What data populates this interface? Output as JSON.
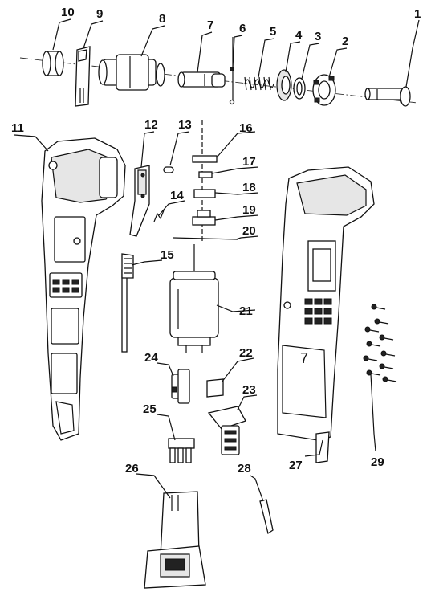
{
  "diagram": {
    "parts": [
      {
        "id": "1",
        "label": "1"
      },
      {
        "id": "2",
        "label": "2"
      },
      {
        "id": "3",
        "label": "3"
      },
      {
        "id": "4",
        "label": "4"
      },
      {
        "id": "5",
        "label": "5"
      },
      {
        "id": "6",
        "label": "6"
      },
      {
        "id": "7",
        "label": "7"
      },
      {
        "id": "8",
        "label": "8"
      },
      {
        "id": "9",
        "label": "9"
      },
      {
        "id": "10",
        "label": "10"
      },
      {
        "id": "11",
        "label": "11"
      },
      {
        "id": "12",
        "label": "12"
      },
      {
        "id": "13",
        "label": "13"
      },
      {
        "id": "14",
        "label": "14"
      },
      {
        "id": "15",
        "label": "15"
      },
      {
        "id": "16",
        "label": "16"
      },
      {
        "id": "17",
        "label": "17"
      },
      {
        "id": "18",
        "label": "18"
      },
      {
        "id": "19",
        "label": "19"
      },
      {
        "id": "20",
        "label": "20"
      },
      {
        "id": "21",
        "label": "21"
      },
      {
        "id": "22",
        "label": "22"
      },
      {
        "id": "23",
        "label": "23"
      },
      {
        "id": "24",
        "label": "24"
      },
      {
        "id": "25",
        "label": "25"
      },
      {
        "id": "26",
        "label": "26"
      },
      {
        "id": "27",
        "label": "27"
      },
      {
        "id": "28",
        "label": "28"
      },
      {
        "id": "29",
        "label": "29"
      }
    ],
    "housing_mark": "7",
    "colors": {
      "ink": "#111111",
      "fill": "#ffffff",
      "shade": "#e6e6e6"
    }
  }
}
